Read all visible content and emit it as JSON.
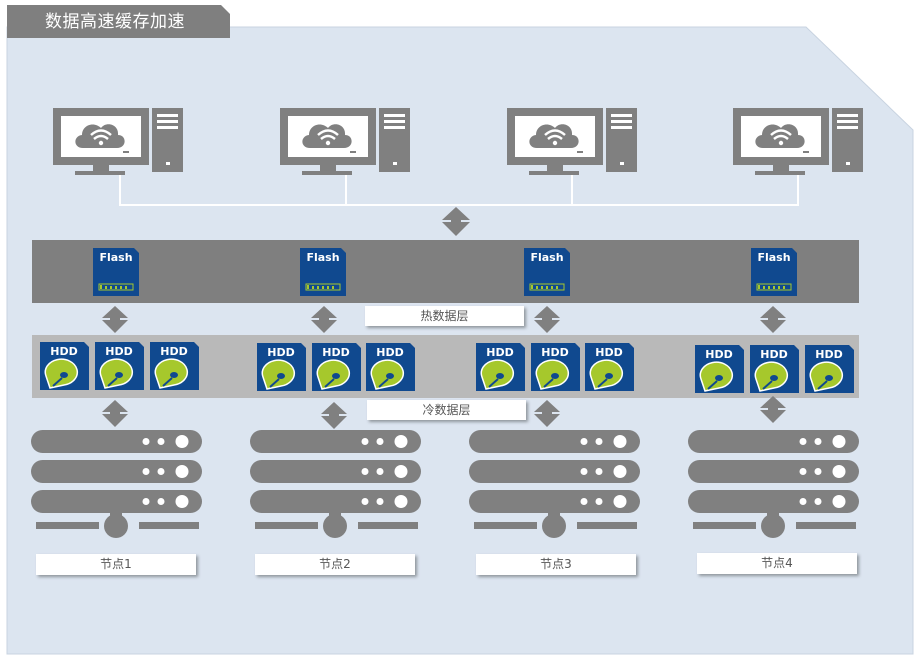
{
  "title": "数据高速缓存加速",
  "layers": {
    "hot_label": "热数据层",
    "cold_label": "冷数据层"
  },
  "flash_label": "Flash",
  "hdd_label": "HDD",
  "nodes": [
    {
      "label": "节点1"
    },
    {
      "label": "节点2"
    },
    {
      "label": "节点3"
    },
    {
      "label": "节点4"
    }
  ],
  "colors": {
    "panel": "#dce5f0",
    "band_dark": "#7f7f7f",
    "band_light": "#b9b9b9",
    "icon_gray": "#808080",
    "chip_blue": "#10498f",
    "disk_green": "#a6c82c"
  }
}
